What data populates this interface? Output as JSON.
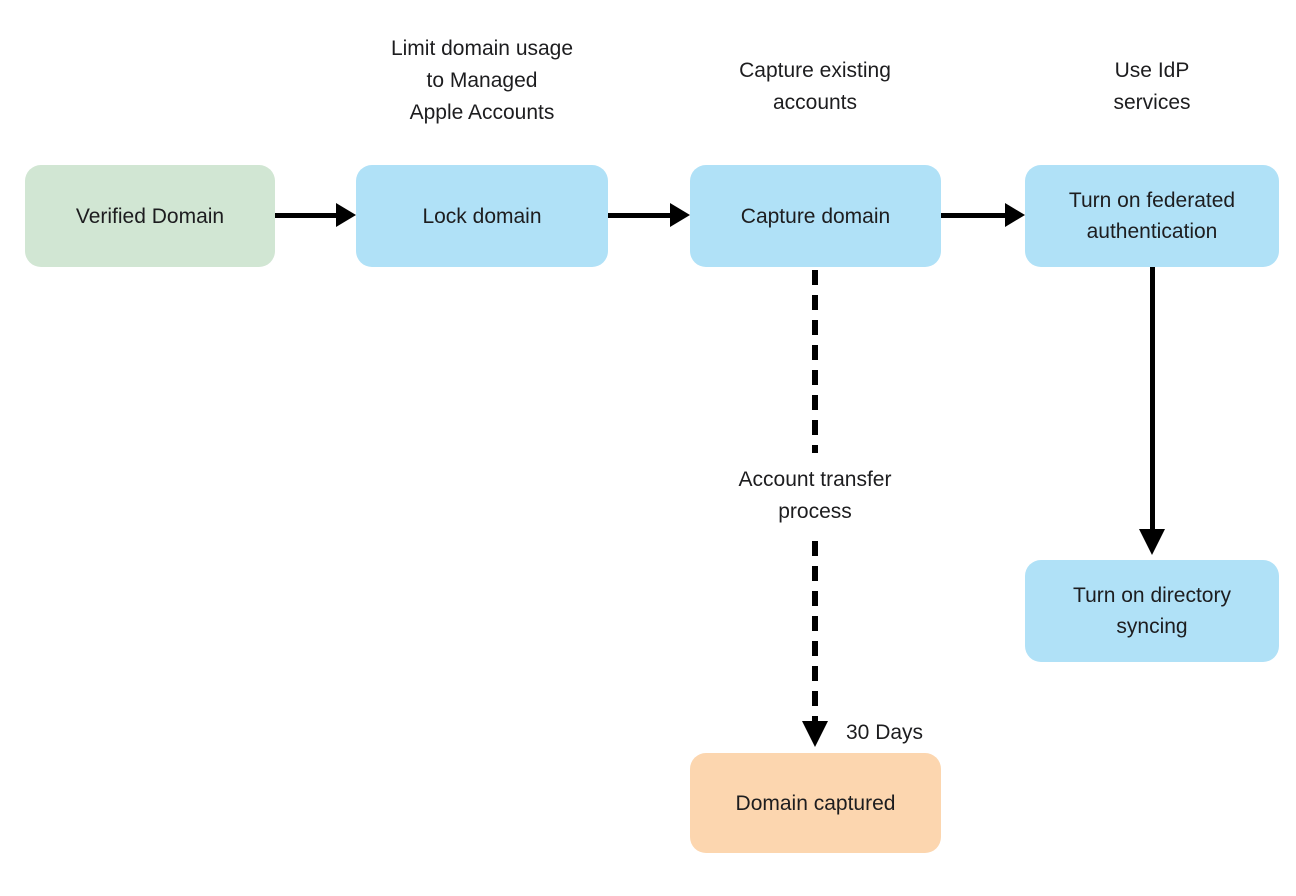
{
  "palette": {
    "background": "#ffffff",
    "text": "#1d1d1f",
    "arrow": "#000000",
    "node_green": "#d1e6d3",
    "node_blue": "#b0e1f7",
    "node_orange": "#fcd6af"
  },
  "nodes": {
    "verified_domain": "Verified Domain",
    "lock_domain": "Lock domain",
    "capture_domain": "Capture domain",
    "federated_auth": [
      "Turn on federated",
      "authentication"
    ],
    "directory_syncing": [
      "Turn on directory",
      "syncing"
    ],
    "domain_captured": "Domain captured"
  },
  "annotations": {
    "limit_domain_usage": [
      "Limit domain usage",
      "to Managed",
      "Apple Accounts"
    ],
    "capture_existing": [
      "Capture existing",
      "accounts"
    ],
    "use_idp": [
      "Use IdP",
      "services"
    ],
    "account_transfer": [
      "Account transfer",
      "process"
    ],
    "duration": "30 Days"
  },
  "edges": [
    {
      "from": "verified_domain",
      "to": "lock_domain",
      "style": "solid"
    },
    {
      "from": "lock_domain",
      "to": "capture_domain",
      "style": "solid"
    },
    {
      "from": "capture_domain",
      "to": "federated_auth",
      "style": "solid"
    },
    {
      "from": "federated_auth",
      "to": "directory_syncing",
      "style": "solid"
    },
    {
      "from": "capture_domain",
      "to": "domain_captured",
      "style": "dashed",
      "label": "Account transfer process",
      "duration": "30 Days"
    }
  ]
}
